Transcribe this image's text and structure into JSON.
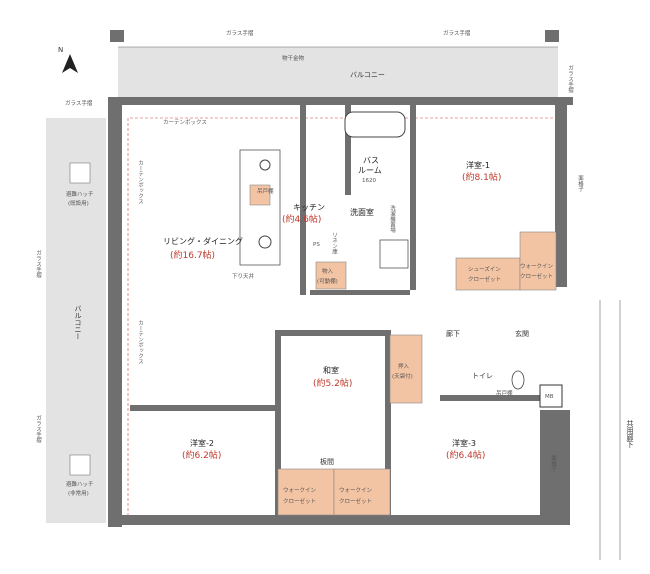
{
  "labels": {
    "glass_rail": "ガラス手摺",
    "laundry_hardware": "物干金物",
    "balcony": "バルコニー",
    "balcony_v": "バルコニー",
    "curtain_box": "カーテンボックス",
    "evac_hatch_1": "避難ハッチ",
    "evac_hatch_1_sub": "(非常用)",
    "evac_hatch_2": "避難ハッチ",
    "evac_hatch_2_sub": "(既設用)",
    "kitchen": "キッチン",
    "kitchen_size": "(約4.6帖)",
    "bath": "バス",
    "bath_room": "ルーム",
    "bath_dim": "1620",
    "washroom": "洗面室",
    "washer": "洗濯機置場",
    "linen": "リネン庫",
    "ps": "PS",
    "storage": "物入",
    "storage_sub": "(可動棚)",
    "cabinet": "吊戸棚",
    "lowered_ceiling": "下り天井",
    "living": "リビング・ダイニング",
    "living_size": "(約16.7帖)",
    "western1": "洋室-1",
    "western1_size": "(約8.1帖)",
    "shoes_closet": "シューズイン",
    "shoes_closet2": "クローゼット",
    "wic": "ウォークイン",
    "wic2": "クローゼット",
    "entrance": "玄関",
    "hallway": "廊下",
    "japanese": "和室",
    "japanese_size": "(約5.2帖)",
    "oshiire": "押入",
    "oshiire_sub": "(天袋付)",
    "toilet": "トイレ",
    "toilet_cabinet": "吊戸棚",
    "mb": "MB",
    "western2": "洋室-2",
    "western2_size": "(約6.2帖)",
    "western3": "洋室-3",
    "western3_size": "(約6.4帖)",
    "itama": "板間",
    "common_corridor": "共用廊下",
    "window_lattice": "面格子",
    "compass": "N"
  },
  "colors": {
    "wall": "#6f6f6f",
    "balcony": "#e3e3e3",
    "closet": "#f3c4a3",
    "size_text": "#c0392b"
  }
}
